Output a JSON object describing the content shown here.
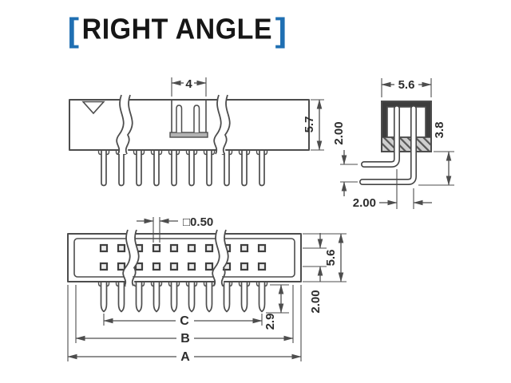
{
  "title": {
    "open_bracket": "[",
    "text": "RIGHT ANGLE",
    "close_bracket": "]"
  },
  "colors": {
    "accent_blue": "#1f6fb2",
    "line_gray": "#4d4d4d",
    "wall_fill": "#3d3d3d",
    "hatch_gray": "#cfcfcf",
    "background": "#ffffff"
  },
  "drawing": {
    "side_view": {
      "pin_window_width": "4",
      "body_height": "5.7"
    },
    "end_view": {
      "body_width": "5.6",
      "row_spacing": "2.00",
      "tail_length": "3.8",
      "pin_spacing": "2.00"
    },
    "front_view": {
      "pin_size": "□0.50",
      "body_height": "5.6",
      "row_spacing": "2.00",
      "pin_length": "2.9",
      "pin_span_label": "C",
      "body_width_label": "B",
      "overall_width_label": "A"
    }
  }
}
